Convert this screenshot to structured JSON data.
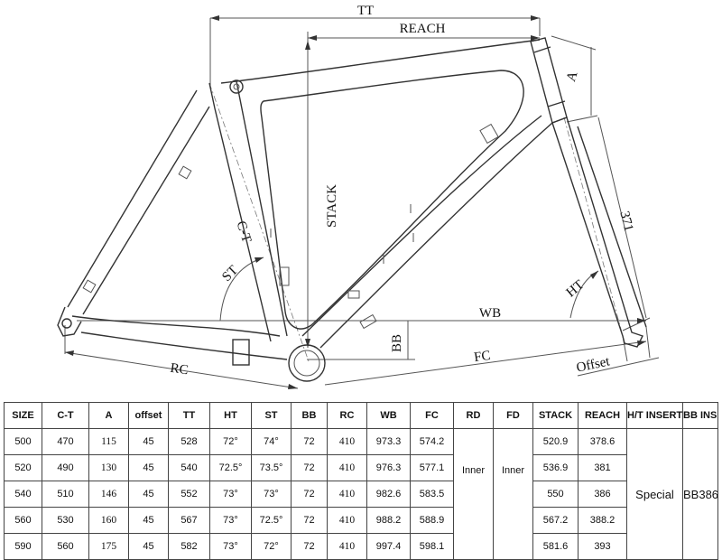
{
  "diagram": {
    "labels": {
      "tt": "TT",
      "reach": "REACH",
      "a": "A",
      "stack": "STACK",
      "ct": "C-T",
      "st": "ST",
      "length_371": "371",
      "ht": "HT",
      "wb": "WB",
      "bb": "BB",
      "rc": "RC",
      "fc": "FC",
      "offset": "Offset"
    }
  },
  "table": {
    "headers": [
      "SIZE",
      "C-T",
      "A",
      "offset",
      "TT",
      "HT",
      "ST",
      "BB",
      "RC",
      "WB",
      "FC",
      "RD",
      "FD",
      "STACK",
      "REACH",
      "H/T INSERT",
      "BB INSERT"
    ],
    "rows": [
      {
        "size": "500",
        "ct": "470",
        "a": "115",
        "offset": "45",
        "tt": "528",
        "ht": "72°",
        "st": "74°",
        "bb": "72",
        "rc": "410",
        "wb": "973.3",
        "fc": "574.2",
        "stack": "520.9",
        "reach": "378.6"
      },
      {
        "size": "520",
        "ct": "490",
        "a": "130",
        "offset": "45",
        "tt": "540",
        "ht": "72.5°",
        "st": "73.5°",
        "bb": "72",
        "rc": "410",
        "wb": "976.3",
        "fc": "577.1",
        "stack": "536.9",
        "reach": "381"
      },
      {
        "size": "540",
        "ct": "510",
        "a": "146",
        "offset": "45",
        "tt": "552",
        "ht": "73°",
        "st": "73°",
        "bb": "72",
        "rc": "410",
        "wb": "982.6",
        "fc": "583.5",
        "stack": "550",
        "reach": "386"
      },
      {
        "size": "560",
        "ct": "530",
        "a": "160",
        "offset": "45",
        "tt": "567",
        "ht": "73°",
        "st": "72.5°",
        "bb": "72",
        "rc": "410",
        "wb": "988.2",
        "fc": "588.9",
        "stack": "567.2",
        "reach": "388.2"
      },
      {
        "size": "590",
        "ct": "560",
        "a": "175",
        "offset": "45",
        "tt": "582",
        "ht": "73°",
        "st": "72°",
        "bb": "72",
        "rc": "410",
        "wb": "997.4",
        "fc": "598.1",
        "stack": "581.6",
        "reach": "393"
      }
    ],
    "rd_value": "Inner",
    "fd_value": "Inner",
    "ht_insert_value": "Special",
    "bb_insert_value": "BB386"
  }
}
